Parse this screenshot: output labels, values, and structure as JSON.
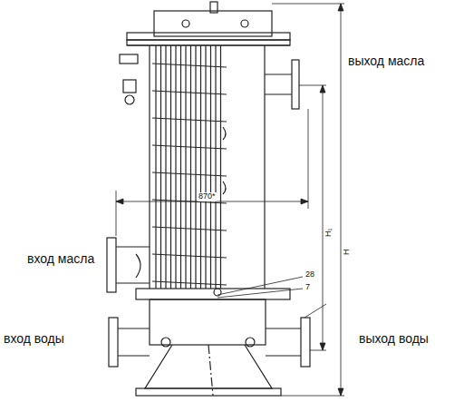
{
  "diagram": {
    "labels": [
      "выход масла",
      "вход масла",
      "вход воды",
      "выход воды",
      "870*",
      "28",
      "7",
      "H₁",
      "H"
    ]
  }
}
